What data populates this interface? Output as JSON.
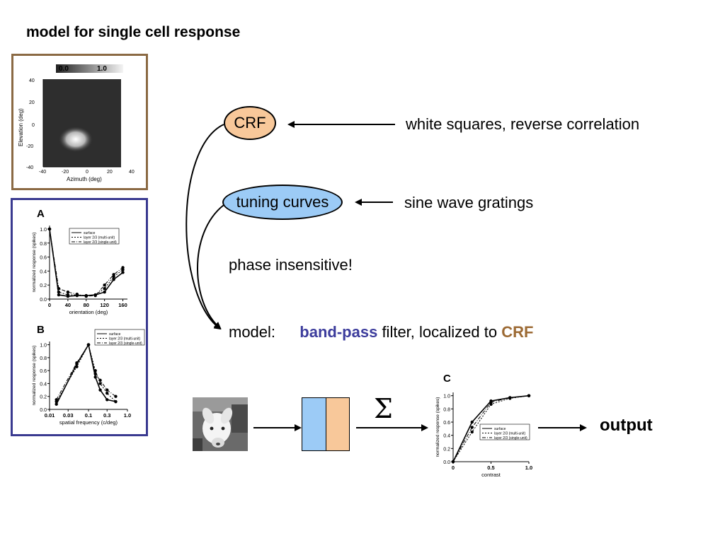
{
  "title": "model for single cell response",
  "crf_label": "CRF",
  "crf_source": "white squares, reverse correlation",
  "tuning_label": "tuning curves",
  "tuning_source": "sine wave gratings",
  "phase_note": "phase insensitive!",
  "model": {
    "prefix": "model:",
    "highlight": "band-pass",
    "middle": " filter, localized to ",
    "crf": "CRF"
  },
  "sigma": "Σ",
  "output_label": "output",
  "colors": {
    "crf_fill": "#f8c89a",
    "tuning_fill": "#9ccbf6",
    "bandpass_text": "#3c3c9c",
    "crf_text": "#9c6a34",
    "rf_frame": "#8b6a44",
    "tuning_frame": "#3a3a90"
  },
  "rf_map": {
    "scale_min": "0.0",
    "scale_max": "1.0",
    "xlabel": "Azimuth (deg)",
    "ylabel": "Elevation (deg)",
    "xticks": [
      "-40",
      "-20",
      "0",
      "20",
      "40"
    ],
    "yticks": [
      "40",
      "20",
      "0",
      "-20",
      "-40"
    ]
  },
  "panel_a": {
    "letter": "A",
    "ylabel": "normalized response (spikes)",
    "xlabel": "orientation (deg)",
    "xticks": [
      "0",
      "40",
      "80",
      "120",
      "160"
    ],
    "yticks": [
      "1.0",
      "0.8",
      "0.6",
      "0.4",
      "0.2",
      "0.0"
    ],
    "legend": [
      "surface",
      "layer 2/3 (multi-unit)",
      "layer 2/3 (single-unit)"
    ]
  },
  "panel_b": {
    "letter": "B",
    "ylabel": "normalized response (spikes)",
    "xlabel": "spatial frequency (c/deg)",
    "xticks": [
      "0.01",
      "0.03",
      "0.1",
      "0.3",
      "1.0"
    ],
    "yticks": [
      "1.0",
      "0.8",
      "0.6",
      "0.4",
      "0.2",
      "0.0"
    ],
    "legend": [
      "surface",
      "layer 2/3 (multi-unit)",
      "layer 2/3 (single-unit)"
    ]
  },
  "panel_c": {
    "letter": "C",
    "ylabel": "normalized response (spikes)",
    "xlabel": "contrast",
    "xticks": [
      "0",
      "0.5",
      "1.0"
    ],
    "yticks": [
      "1.0",
      "0.8",
      "0.6",
      "0.4",
      "0.2",
      "0.0"
    ],
    "legend": [
      "surface",
      "layer 2/3 (multi-unit)",
      "layer 2/3 (single-unit)"
    ]
  },
  "chart_data": [
    {
      "type": "line",
      "title": "",
      "xlabel": "orientation (deg)",
      "ylabel": "normalized response (spikes)",
      "xlim": [
        0,
        170
      ],
      "ylim": [
        0,
        1.05
      ],
      "x": [
        0,
        20,
        40,
        60,
        80,
        100,
        120,
        140,
        160
      ],
      "series": [
        {
          "name": "surface",
          "values": [
            1.0,
            0.06,
            0.04,
            0.05,
            0.05,
            0.06,
            0.1,
            0.28,
            0.38
          ]
        },
        {
          "name": "layer 2/3 (multi-unit)",
          "values": [
            1.0,
            0.1,
            0.06,
            0.06,
            0.05,
            0.06,
            0.15,
            0.32,
            0.42
          ]
        },
        {
          "name": "layer 2/3 (single-unit)",
          "values": [
            1.0,
            0.15,
            0.1,
            0.07,
            0.04,
            0.05,
            0.2,
            0.35,
            0.45
          ]
        }
      ]
    },
    {
      "type": "line",
      "title": "",
      "xlabel": "spatial frequency (c/deg)",
      "ylabel": "normalized response (spikes)",
      "xscale": "log",
      "xlim": [
        0.01,
        1.0
      ],
      "ylim": [
        0,
        1.05
      ],
      "x": [
        0.015,
        0.05,
        0.1,
        0.15,
        0.2,
        0.3,
        0.5
      ],
      "series": [
        {
          "name": "surface",
          "values": [
            0.08,
            0.7,
            1.0,
            0.5,
            0.3,
            0.15,
            0.12
          ]
        },
        {
          "name": "layer 2/3 (multi-unit)",
          "values": [
            0.12,
            0.66,
            1.0,
            0.6,
            0.4,
            0.25,
            0.12
          ]
        },
        {
          "name": "layer 2/3 (single-unit)",
          "values": [
            0.15,
            0.72,
            1.0,
            0.55,
            0.45,
            0.3,
            0.2
          ]
        }
      ]
    },
    {
      "type": "line",
      "title": "",
      "xlabel": "contrast",
      "ylabel": "normalized response (spikes)",
      "xlim": [
        0,
        1.0
      ],
      "ylim": [
        0,
        1.05
      ],
      "x": [
        0,
        0.25,
        0.5,
        0.75,
        1.0
      ],
      "series": [
        {
          "name": "surface",
          "values": [
            0.0,
            0.6,
            0.92,
            0.97,
            1.0
          ]
        },
        {
          "name": "layer 2/3 (multi-unit)",
          "values": [
            0.0,
            0.45,
            0.87,
            0.96,
            1.0
          ]
        },
        {
          "name": "layer 2/3 (single-unit)",
          "values": [
            0.0,
            0.52,
            0.9,
            0.97,
            1.0
          ]
        }
      ]
    }
  ]
}
